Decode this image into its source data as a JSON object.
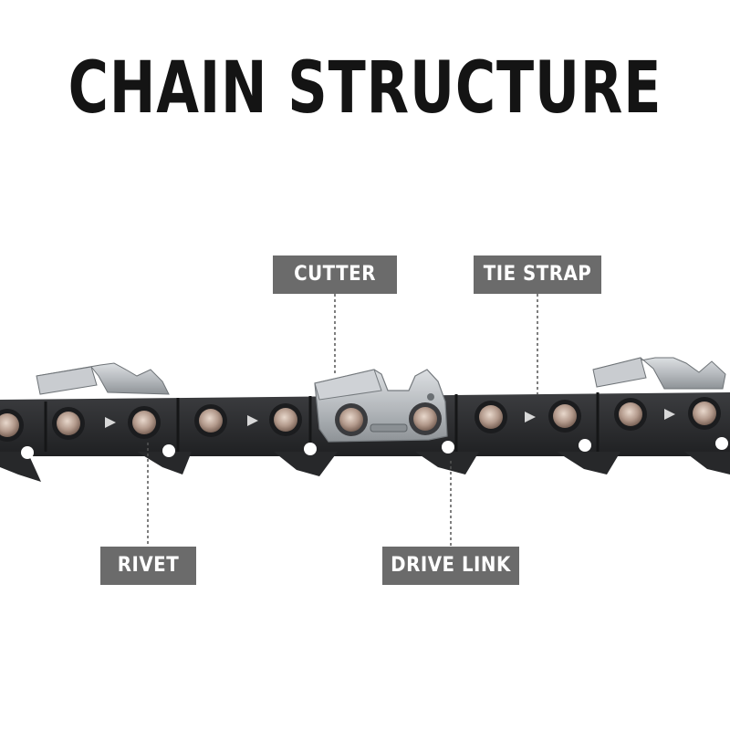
{
  "title": "CHAIN STRUCTURE",
  "labels": {
    "cutter": "CUTTER",
    "tie_strap": "TIE STRAP",
    "rivet": "RIVET",
    "drive_link": "DRIVE LINK"
  },
  "colors": {
    "label_bg": "#6b6b6b",
    "label_text": "#ffffff",
    "title_text": "#141414",
    "link_dark": "#2e2f31",
    "metal": "#b9bcbf"
  }
}
